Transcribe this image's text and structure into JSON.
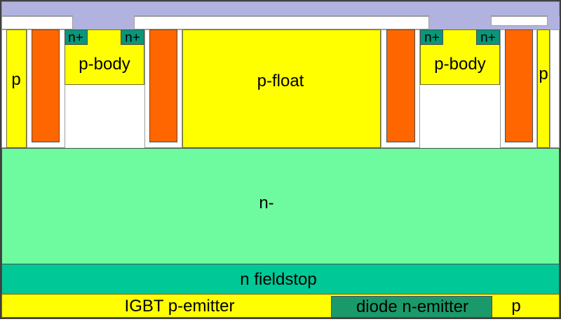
{
  "diagram": {
    "kind": "IGBT / diode semiconductor cross-section",
    "labels": {
      "p_left_column": "p",
      "n_plus_1": "n+",
      "n_plus_2": "n+",
      "n_plus_3": "n+",
      "n_plus_4": "n+",
      "p_body_left": "p-body",
      "p_float": "p-float",
      "p_body_right": "p-body",
      "p_right_column": "p",
      "n_drift": "n-",
      "n_fieldstop": "n fieldstop",
      "igbt_p_emitter": "IGBT p-emitter",
      "diode_n_emitter": "diode n-emitter",
      "p_bottom_right": "p"
    },
    "colors": {
      "metal": "#b2b2e0",
      "metal-outline": "#9191b8",
      "oxide-white": "#ffffff",
      "p-yellow": "#ffff00",
      "gate-orange": "#ff6600",
      "n-plus-teal": "#0a9678",
      "n-drift-green": "#6efa9f",
      "n-fieldstop-teal": "#00c896",
      "diode-emitter-green": "#1a9a6a",
      "outline-dark": "#4d4d4d",
      "outline-olive": "#6e6e1e",
      "outline-light": "#9e9e9e",
      "frame": "#3f3f3f",
      "text": "#000000"
    }
  }
}
